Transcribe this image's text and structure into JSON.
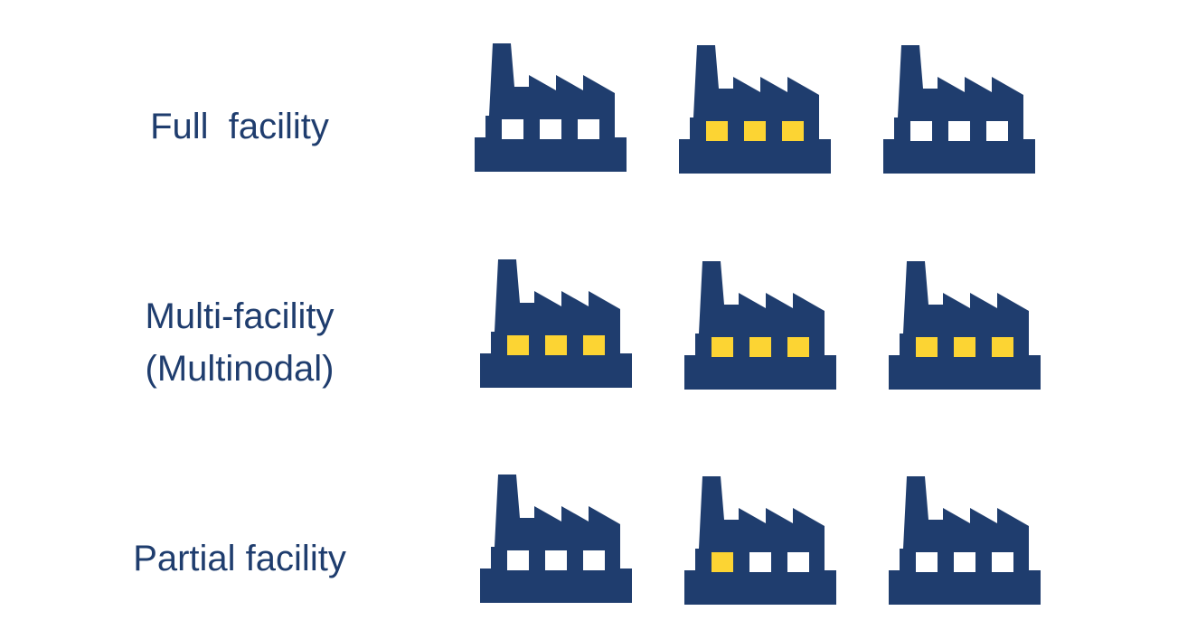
{
  "colors": {
    "navy": "#1f3d6e",
    "lit_window": "#fcd433",
    "dark_window": "#ffffff"
  },
  "icon": "factory-icon",
  "rows": [
    {
      "label": "Full  facility",
      "factories": [
        {
          "windows_lit": [
            false,
            false,
            false
          ]
        },
        {
          "windows_lit": [
            true,
            true,
            true
          ]
        },
        {
          "windows_lit": [
            false,
            false,
            false
          ]
        }
      ]
    },
    {
      "label_line1": "Multi-facility",
      "label_line2": "(Multinodal)",
      "factories": [
        {
          "windows_lit": [
            true,
            true,
            true
          ]
        },
        {
          "windows_lit": [
            true,
            true,
            true
          ]
        },
        {
          "windows_lit": [
            true,
            true,
            true
          ]
        }
      ]
    },
    {
      "label": "Partial facility",
      "factories": [
        {
          "windows_lit": [
            false,
            false,
            false
          ]
        },
        {
          "windows_lit": [
            true,
            false,
            false
          ]
        },
        {
          "windows_lit": [
            false,
            false,
            false
          ]
        }
      ]
    }
  ]
}
